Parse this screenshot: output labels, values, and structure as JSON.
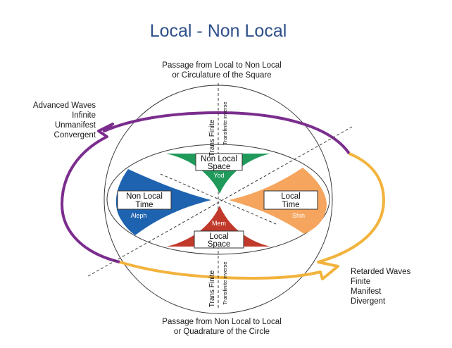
{
  "title": "Local - Non Local",
  "top_caption": {
    "line1": "Passage from Local to Non Local",
    "line2": "or Circulature of the Square"
  },
  "bottom_caption": {
    "line1": "Passage from Non Local to Local",
    "line2": "or Quadrature of the Circle"
  },
  "advanced_waves": [
    "Advanced Waves",
    "Infinite",
    "Unmanifest",
    "Convergent"
  ],
  "retarded_waves": [
    "Retarded Waves",
    "Finite",
    "Manifest",
    "Divergent"
  ],
  "axis_labels": {
    "top_finite": "Trans Finite",
    "top_inverse": "Transfinite inverse",
    "bottom_finite": "Trans Finite",
    "bottom_inverse": "Transfinite inverse"
  },
  "sectors": {
    "non_local_space": {
      "line1": "Non Local",
      "line2": "Space",
      "letter": "Yod",
      "color": "#1f9a5a"
    },
    "non_local_time": {
      "line1": "Non Local",
      "line2": "Time",
      "letter": "Aleph",
      "color": "#1e63b0"
    },
    "local_time": {
      "line1": "Local",
      "line2": "Time",
      "letter": "Shin",
      "color": "#f5a55e"
    },
    "local_space": {
      "line1": "Local",
      "line2": "Space",
      "letter": "Mem",
      "color": "#c0392b"
    }
  },
  "colors": {
    "title": "#2e4f8a",
    "advanced_loop": "#7b2d8e",
    "retarded_loop": "#f2b33d",
    "lines": "#3a3a3a"
  }
}
